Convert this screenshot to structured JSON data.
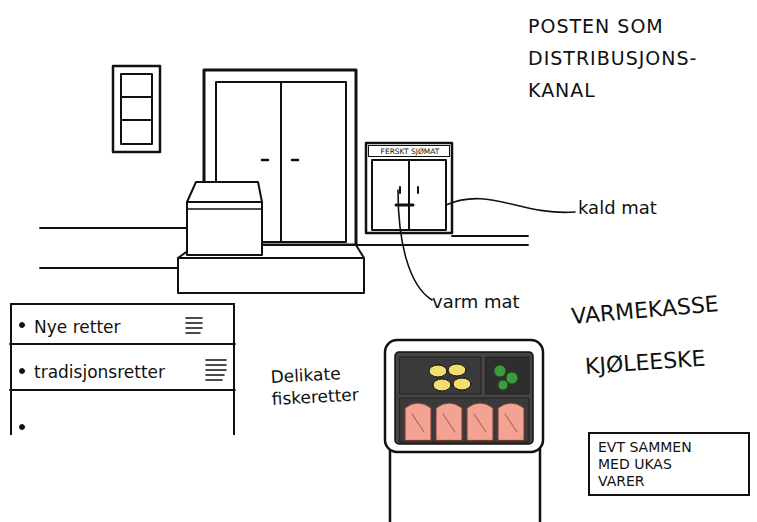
{
  "diagram": {
    "title": "POSTEN SOM DISTRIBUSJONS- KANAL",
    "nodes": [
      {
        "text": [
          "FERSKT SJØMAT"
        ]
      },
      {
        "text": [
          "Nye retter",
          "tradisjonsretter"
        ]
      },
      {
        "text": [
          "EVT SAMMEN MED UKAS VARER"
        ]
      }
    ],
    "labels": [
      "kald mat",
      "varm mat",
      "Delikate fiskeretter",
      "VARMEKASSE",
      "KJØLEESKE"
    ]
  }
}
